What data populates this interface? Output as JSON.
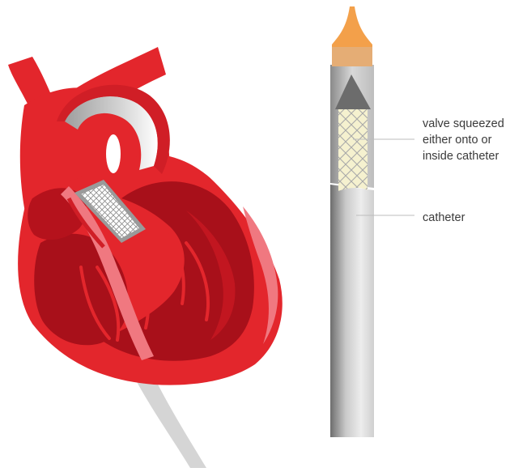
{
  "labels": {
    "valve": [
      "valve squeezed",
      "either onto or",
      "inside catheter"
    ],
    "catheter": "catheter"
  },
  "colors": {
    "heart_red": "#e3262c",
    "heart_dark": "#a8101a",
    "heart_pink": "#f07880",
    "catheter_grey": "#b9b9b9",
    "tip_orange": "#f3a04a",
    "valve_mesh": "#f3f0cf",
    "label_text": "#3a3a3a",
    "leader_line": "#bdbdbd"
  },
  "icons": {
    "heart": "heart-cross-section-icon",
    "catheter": "catheter-icon"
  }
}
